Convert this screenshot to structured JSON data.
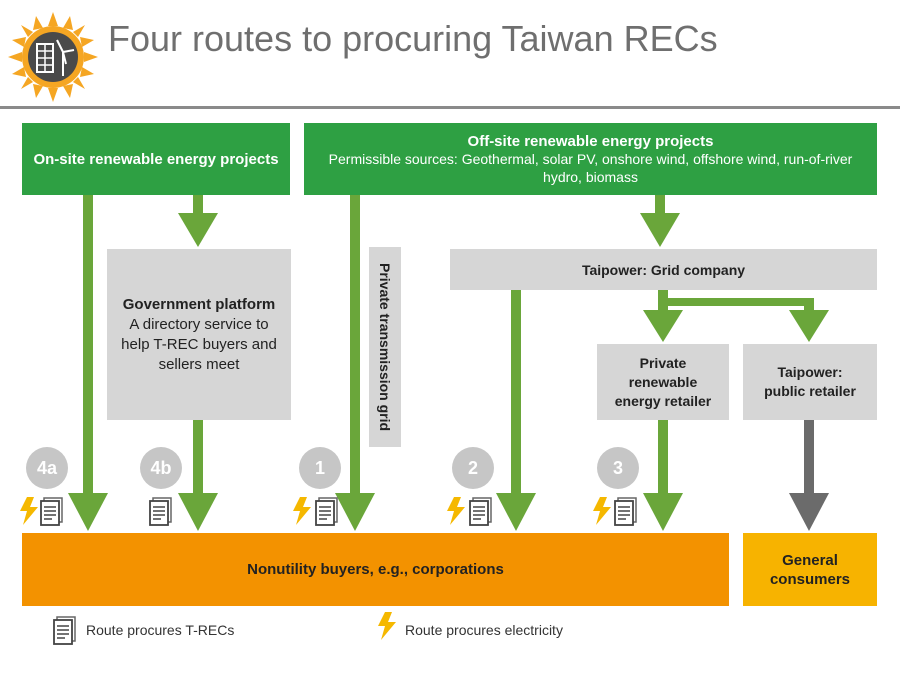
{
  "title": "Four routes to procuring Taiwan RECs",
  "onsite": {
    "label": "On-site renewable energy projects"
  },
  "offsite": {
    "title": "Off-site renewable energy projects",
    "sources": "Permissible sources: Geothermal, solar PV, onshore wind, offshore wind, run-of-river hydro, biomass"
  },
  "gov_platform": {
    "title": "Government platform",
    "desc": "A directory service to help T-REC buyers and sellers meet"
  },
  "private_grid": "Private transmission grid",
  "taipower_grid": "Taipower: Grid company",
  "private_retailer": "Private renewable energy retailer",
  "public_retailer": "Taipower: public retailer",
  "routes": [
    "4a",
    "4b",
    "1",
    "2",
    "3"
  ],
  "nonutility": "Nonutility buyers, e.g., corporations",
  "general": "General consumers",
  "legend": {
    "trec": "Route procures T-RECs",
    "electricity": "Route procures electricity"
  },
  "colors": {
    "green_box": "#2ea043",
    "arrow_green": "#6aa63a",
    "arrow_dark": "#6b6b6b",
    "grey_box": "#d6d6d6",
    "orange": "#f39200",
    "amber": "#f7b300"
  }
}
